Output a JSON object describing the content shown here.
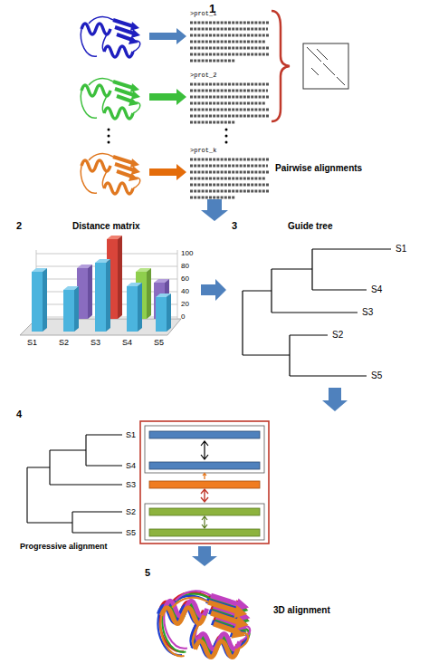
{
  "diagram": {
    "labels": [
      "1",
      ">prot_1",
      ">prot_2",
      ">prot_k",
      "Pairwise alignments",
      "2",
      "Distance matrix",
      "100",
      "80",
      "60",
      "40",
      "20",
      "0",
      "S1",
      "S2",
      "S3",
      "S4",
      "S5",
      "3",
      "Guide tree",
      "S1",
      "S4",
      "S3",
      "S2",
      "S5",
      "4",
      "S1",
      "S4",
      "S3",
      "S2",
      "S5",
      "Progressive alignment",
      "5",
      "3D alignment"
    ]
  }
}
